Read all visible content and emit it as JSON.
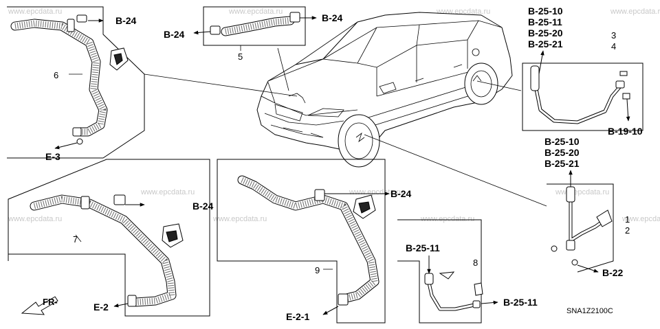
{
  "watermark": "www.epcdata.ru",
  "drawing_code": "SNA1Z2100C",
  "direction_label": "FR-",
  "callouts": {
    "p6": "6",
    "p5": "5",
    "p34_a": "3",
    "p34_b": "4",
    "p7": "7",
    "p9": "9",
    "p8": "8",
    "p12_a": "1",
    "p12_b": "2"
  },
  "refs": {
    "b24_a": "B-24",
    "b24_b": "B-24",
    "b24_c": "B-24",
    "b24_d": "B-24",
    "b24_e": "B-24",
    "e3": "E-3",
    "e2": "E-2",
    "e21": "E-2-1",
    "b19_10": "B-19-10",
    "b22": "B-22",
    "b25_11_left": "B-25-11",
    "b25_11_right": "B-25-11",
    "top_right_group": [
      "B-25-10",
      "B-25-11",
      "B-25-20",
      "B-25-21"
    ],
    "mid_right_group": [
      "B-25-10",
      "B-25-20",
      "B-25-21"
    ]
  }
}
